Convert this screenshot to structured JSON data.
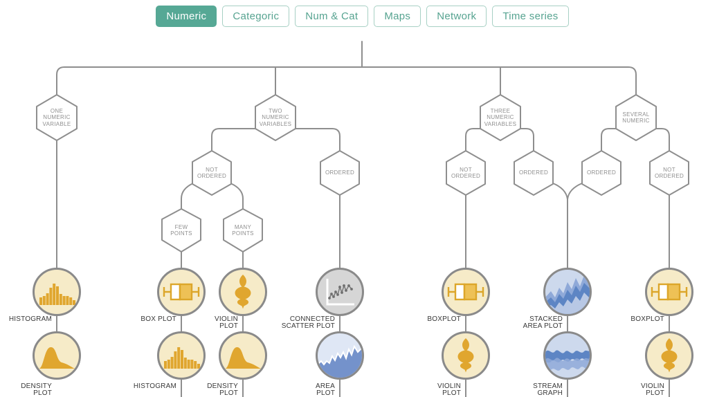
{
  "tabs": {
    "items": [
      {
        "label": "Numeric",
        "active": true
      },
      {
        "label": "Categoric",
        "active": false
      },
      {
        "label": "Num & Cat",
        "active": false
      },
      {
        "label": "Maps",
        "active": false
      },
      {
        "label": "Network",
        "active": false
      },
      {
        "label": "Time series",
        "active": false
      }
    ]
  },
  "nodes": {
    "one_numeric": "ONE\nNUMERIC\nVARIABLE",
    "two_numeric": "TWO\nNUMERIC\nVARIABLES",
    "three_numeric": "THREE\nNUMERIC\nVARIABLES",
    "several_numeric": "SEVERAL\nNUMERIC",
    "not_ordered_two": "NOT\nORDERED",
    "ordered_two": "ORDERED",
    "few_points": "FEW\nPOINTS",
    "many_points": "MANY\nPOINTS",
    "not_ordered_three": "NOT\nORDERED",
    "ordered_three": "ORDERED",
    "ordered_several": "ORDERED",
    "not_ordered_several": "NOT\nORDERED"
  },
  "plots": {
    "histogram_one": "HISTOGRAM",
    "density_one": "DENSITY\nPLOT",
    "box_plot_few": "BOX PLOT",
    "histogram_few": "HISTOGRAM",
    "violin_many": "VIOLIN\nPLOT",
    "density_many": "DENSITY\nPLOT",
    "connected_scatter": "CONNECTED\nSCATTER PLOT",
    "area_plot": "AREA\nPLOT",
    "boxplot_three": "BOXPLOT",
    "violin_three": "VIOLIN\nPLOT",
    "stacked_area": "STACKED\nAREA PLOT",
    "stream_graph": "STREAM\nGRAPH",
    "boxplot_several": "BOXPLOT",
    "violin_several": "VIOLIN\nPLOT"
  },
  "colors": {
    "accent_teal": "#56a895",
    "tab_border": "#a7d0c4",
    "line_gray": "#8e8e8e",
    "circle_border": "#8a8a8a",
    "gold": "#e0a62f",
    "gold_fill": "#eec156",
    "cream": "#f6ebc8",
    "scatter_gray": "#d6d6d6",
    "blue_area": "#7492cb",
    "blue_area_bg": "#dfe7f5",
    "blue_pale_bg": "#cdd9ed",
    "blue_dark": "#5d85c4",
    "blue_mid": "#8fa9d8"
  }
}
